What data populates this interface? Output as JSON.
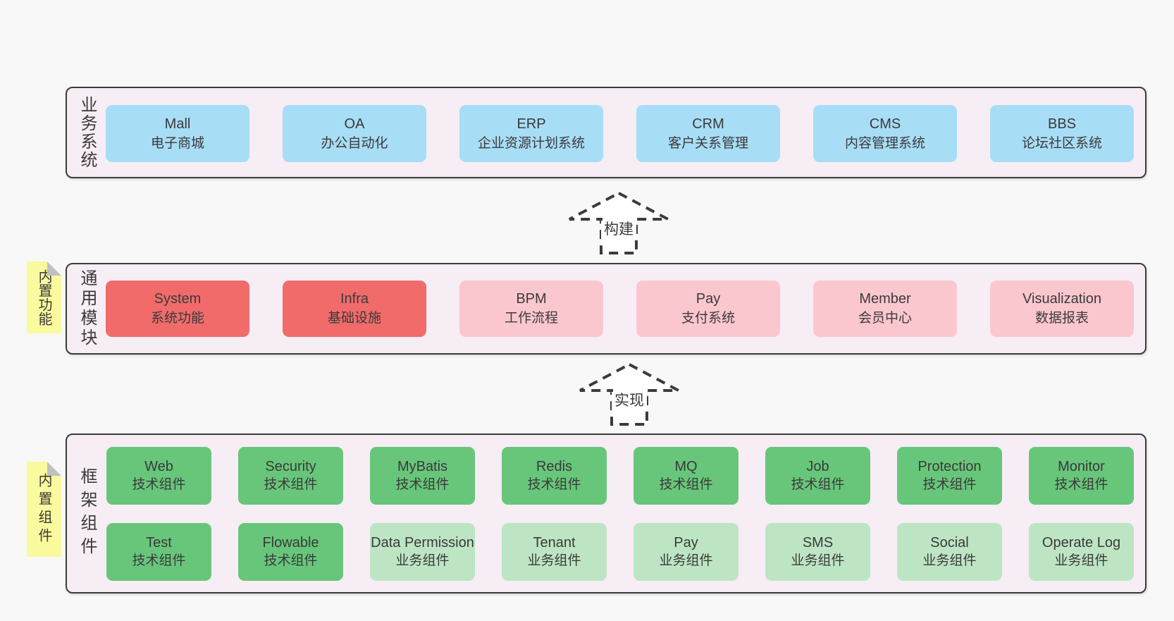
{
  "palette": {
    "page_bg": "#F8F8F8",
    "panel_bg": "#F7EDF5",
    "panel_border": "#3B3B3B",
    "blue_box": "#A8DDF6",
    "red_box": "#F16B6B",
    "pink_box": "#FBC7CF",
    "green_box": "#68C67B",
    "light_green_box": "#BDE5C4",
    "sticky_yellow": "#FAFA9E",
    "sticky_fold_gray": "#C0C0C0",
    "text": "#3A3A3A"
  },
  "arrows": [
    {
      "label": "构建"
    },
    {
      "label": "实现"
    }
  ],
  "layers": {
    "business": {
      "label": "业务系统",
      "boxes": [
        {
          "title": "Mall",
          "subtitle": "电子商城"
        },
        {
          "title": "OA",
          "subtitle": "办公自动化"
        },
        {
          "title": "ERP",
          "subtitle": "企业资源计划系统"
        },
        {
          "title": "CRM",
          "subtitle": "客户关系管理"
        },
        {
          "title": "CMS",
          "subtitle": "内容管理系统"
        },
        {
          "title": "BBS",
          "subtitle": "论坛社区系统"
        }
      ]
    },
    "modules": {
      "label": "通用模块",
      "sticky": "内置功能",
      "boxes": [
        {
          "title": "System",
          "subtitle": "系统功能"
        },
        {
          "title": "Infra",
          "subtitle": "基础设施"
        },
        {
          "title": "BPM",
          "subtitle": "工作流程"
        },
        {
          "title": "Pay",
          "subtitle": "支付系统"
        },
        {
          "title": "Member",
          "subtitle": "会员中心"
        },
        {
          "title": "Visualization",
          "subtitle": "数据报表"
        }
      ]
    },
    "components": {
      "label": "框架组件",
      "sticky": "内置组件",
      "row1": [
        {
          "title": "Web",
          "subtitle": "技术组件"
        },
        {
          "title": "Security",
          "subtitle": "技术组件"
        },
        {
          "title": "MyBatis",
          "subtitle": "技术组件"
        },
        {
          "title": "Redis",
          "subtitle": "技术组件"
        },
        {
          "title": "MQ",
          "subtitle": "技术组件"
        },
        {
          "title": "Job",
          "subtitle": "技术组件"
        },
        {
          "title": "Protection",
          "subtitle": "技术组件"
        },
        {
          "title": "Monitor",
          "subtitle": "技术组件"
        }
      ],
      "row2": [
        {
          "title": "Test",
          "subtitle": "技术组件"
        },
        {
          "title": "Flowable",
          "subtitle": "技术组件"
        },
        {
          "title": "Data Permission",
          "subtitle": "业务组件"
        },
        {
          "title": "Tenant",
          "subtitle": "业务组件"
        },
        {
          "title": "Pay",
          "subtitle": "业务组件"
        },
        {
          "title": "SMS",
          "subtitle": "业务组件"
        },
        {
          "title": "Social",
          "subtitle": "业务组件"
        },
        {
          "title": "Operate Log",
          "subtitle": "业务组件"
        }
      ]
    }
  }
}
